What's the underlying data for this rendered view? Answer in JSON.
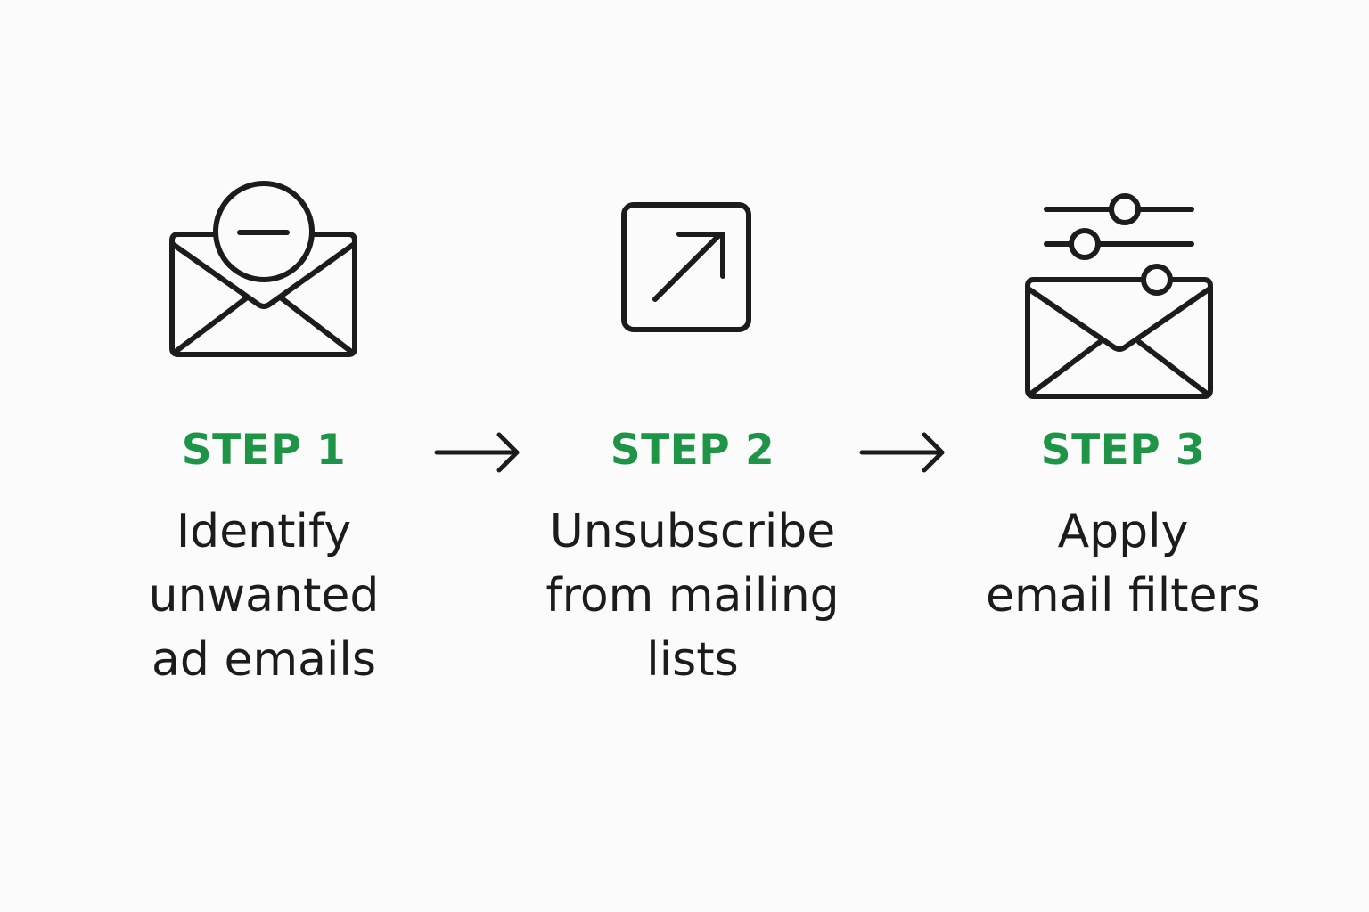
{
  "accent_color": "#1e9447",
  "ink_color": "#1c1c1c",
  "steps": [
    {
      "label": "STEP 1",
      "description": [
        "Identify",
        "unwanted",
        "ad emails"
      ],
      "icon": "envelope-minus-icon"
    },
    {
      "label": "STEP 2",
      "description": [
        "Unsubscribe",
        "from mailing",
        "lists"
      ],
      "icon": "external-link-icon"
    },
    {
      "label": "STEP 3",
      "description": [
        "Apply",
        "email filters"
      ],
      "icon": "envelope-filter-icon"
    }
  ],
  "connectors": [
    "arrow-right-icon",
    "arrow-right-icon"
  ]
}
